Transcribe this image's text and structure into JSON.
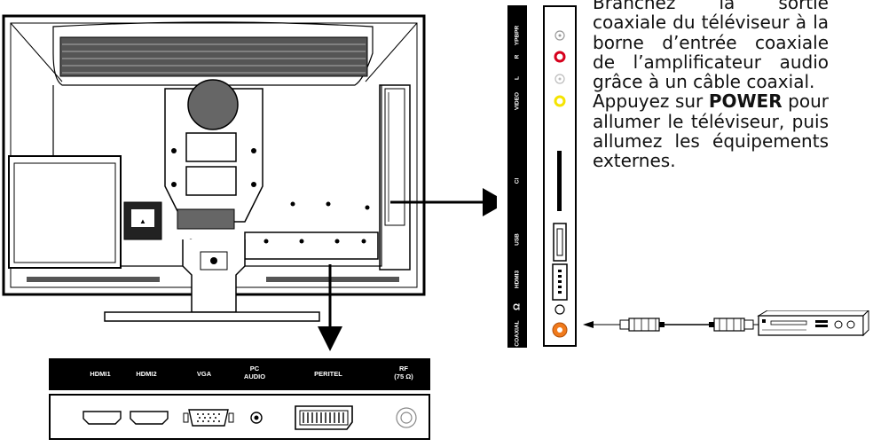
{
  "instruction": {
    "line_top": "Branchez la sortie",
    "paragraph1": "coaxiale du téléviseur à la borne d’entrée coaxiale de l’amplificateur audio grâce à un câble coaxial.",
    "p2_before": "Appuyez sur ",
    "p2_bold": "POWER",
    "p2_after": " pour allumer le téléviseur, puis allumez les équipements externes."
  },
  "bottom_panel": {
    "hdmi1": "HDMI1",
    "hdmi2": "HDMI2",
    "vga": "VGA",
    "pc_audio": "PC\nAUDIO",
    "peritel": "PERITEL",
    "rf": "RF\n(75 Ω)"
  },
  "side_panel": {
    "ypbpr": "YPBPR",
    "r": "R",
    "l": "L",
    "video": "VIDEO",
    "ci": "CI",
    "usb": "USB",
    "hdmi3": "HDMI3",
    "coaxial": "COAXIAL"
  },
  "colors": {
    "port_red": "#d6001c",
    "port_yellow": "#f5e400",
    "port_orange": "#f07a1c",
    "ink": "#000000"
  }
}
